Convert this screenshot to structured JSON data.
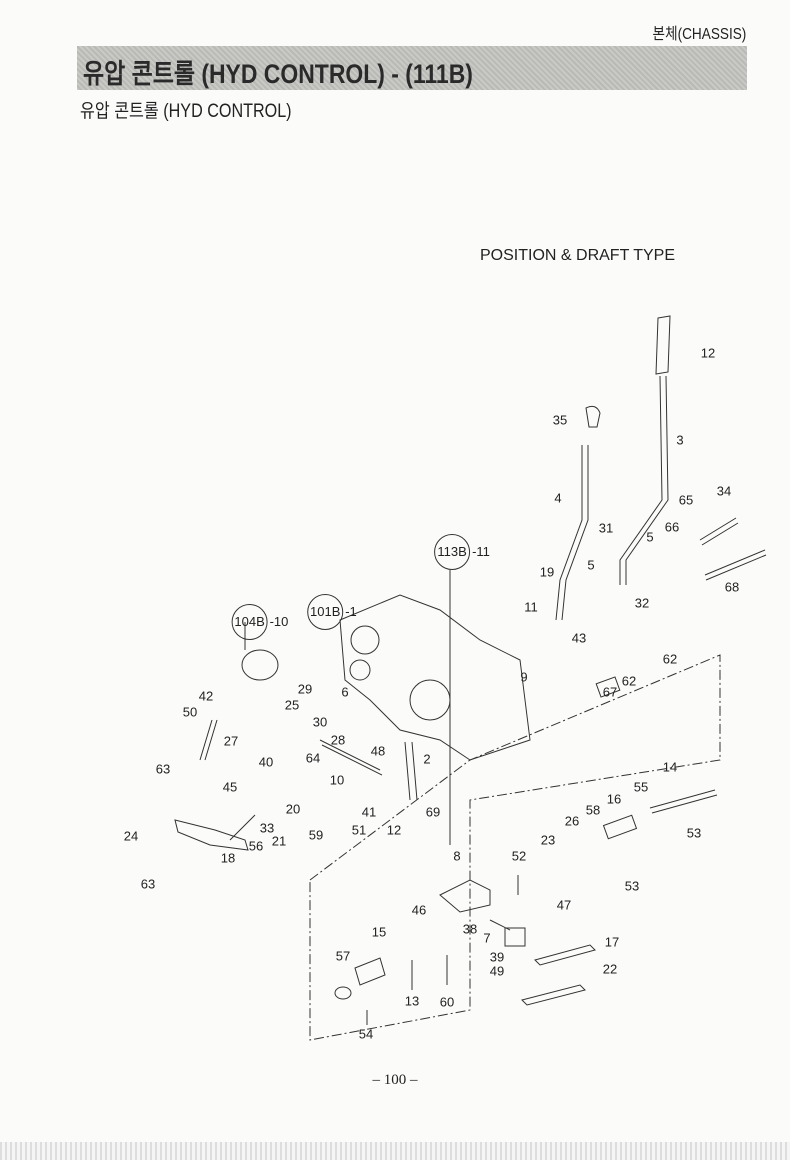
{
  "header": {
    "section": "본체(CHASSIS)",
    "title": "유압 콘트롤  (HYD CONTROL) - (111B)",
    "subtitle": "유압 콘트롤 (HYD CONTROL)"
  },
  "diagram": {
    "type_label": "POSITION & DRAFT TYPE",
    "references": [
      {
        "ref": "113B",
        "part": "-11"
      },
      {
        "ref": "104B",
        "part": "-10"
      },
      {
        "ref": "101B",
        "part": "-1"
      }
    ],
    "part_labels": [
      "12",
      "35",
      "3",
      "4",
      "65",
      "34",
      "66",
      "31",
      "5",
      "19",
      "5",
      "11",
      "32",
      "68",
      "43",
      "9",
      "62",
      "62",
      "67",
      "29",
      "6",
      "42",
      "25",
      "50",
      "27",
      "30",
      "28",
      "64",
      "48",
      "2",
      "63",
      "40",
      "10",
      "45",
      "20",
      "14",
      "55",
      "16",
      "41",
      "69",
      "33",
      "58",
      "53",
      "26",
      "24",
      "56",
      "21",
      "59",
      "51",
      "12",
      "23",
      "18",
      "63",
      "8",
      "52",
      "53",
      "47",
      "46",
      "38",
      "15",
      "7",
      "17",
      "57",
      "39",
      "22",
      "49",
      "13",
      "60",
      "54"
    ]
  },
  "footer": {
    "page_number": "– 100 –"
  }
}
